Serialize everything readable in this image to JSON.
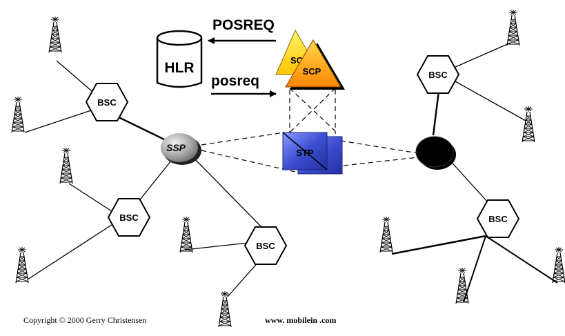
{
  "labels": {
    "posreq_upper": "POSREQ",
    "posreq_lower": "posreq",
    "hlr": "HLR",
    "scp_back": "SC",
    "scp_front": "SCP",
    "stp": "STP",
    "ssp": "SSP",
    "bsc": "BSC"
  },
  "footer": {
    "copyright": "Copyright © 2000 Gerry Christensen",
    "website": "www. mobilein .com"
  },
  "colors": {
    "line": "#000000",
    "hexagon_fill": "#ffffff",
    "scp_back_fill": "#ffd700",
    "scp_front_fill": "#ff8c00",
    "stp_fill": "#3d4fd1",
    "ssp_fill": "#b8b8b8",
    "remote_switch_fill": "#000000"
  }
}
